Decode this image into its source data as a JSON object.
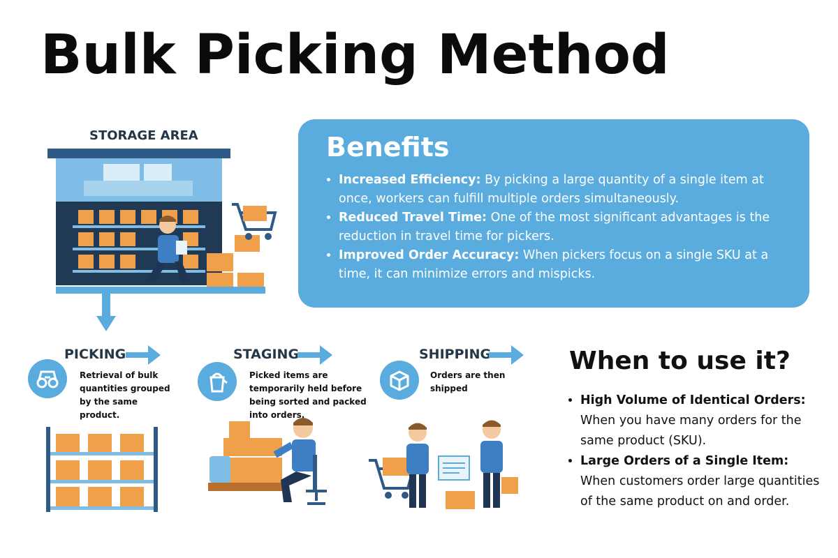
{
  "title": "Bulk Picking Method",
  "storage": {
    "label": "STORAGE AREA"
  },
  "benefits": {
    "heading": "Benefits",
    "items": [
      {
        "term": "Increased Efficiency:",
        "text": " By picking a large quantity of a single item at once, workers can fulfill multiple orders simultaneously."
      },
      {
        "term": "Reduced Travel Time:",
        "text": " One of the most significant advantages is the reduction in travel time for pickers."
      },
      {
        "term": "Improved Order Accuracy:",
        "text": " When pickers focus on a single SKU at a time, it can minimize errors and mispicks."
      }
    ]
  },
  "steps": [
    {
      "title": "PICKING",
      "desc": "Retrieval of bulk quantities grouped by the same product.",
      "icon": "binoculars-icon"
    },
    {
      "title": "STAGING",
      "desc": "Picked items are temporarily held before being sorted and packed into orders.",
      "icon": "bucket-icon"
    },
    {
      "title": "SHIPPING",
      "desc": "Orders are then shipped",
      "icon": "package-icon"
    }
  ],
  "when": {
    "heading": "When to use it?",
    "items": [
      {
        "term": "High Volume of Identical Orders:",
        "text": " When you have many orders for the same product (SKU)."
      },
      {
        "term": "Large Orders of a Single Item:",
        "text": " When customers order large quantities of the same product on and order."
      }
    ]
  },
  "colors": {
    "accent": "#5aacdf",
    "box": "#f0a04b",
    "dark": "#253747"
  }
}
